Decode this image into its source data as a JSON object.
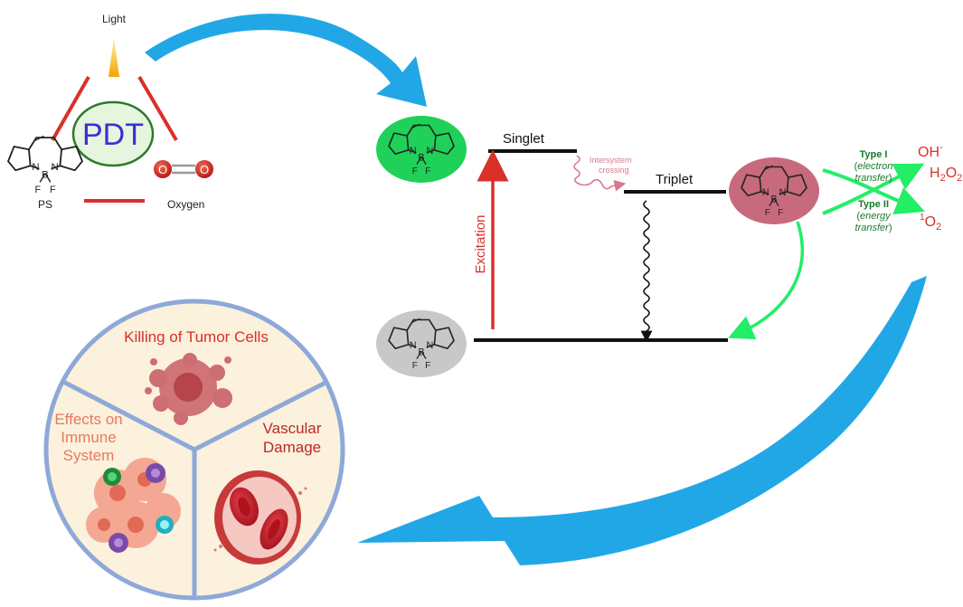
{
  "triangle": {
    "light_label": "Light",
    "center_label": "PDT",
    "ps_label": "PS",
    "oxygen_label": "Oxygen",
    "oxygen_atom": "O"
  },
  "molecule": {
    "n_atom": "N",
    "b_atom": "B",
    "f_atom": "F"
  },
  "jablonski": {
    "singlet_label": "Singlet",
    "triplet_label": "Triplet",
    "isc_label_1": "Intersystem",
    "isc_label_2": "crossing",
    "excitation_label": "Excitation"
  },
  "reactions": {
    "type1_title": "Type I",
    "type1_paren_open": "(",
    "type1_desc_1": "electron",
    "type1_desc_2": "transfer",
    "type1_paren_close": ")",
    "type2_title": "Type II",
    "type2_paren_open": "(",
    "type2_desc_1": "energy",
    "type2_desc_2": "transfer",
    "type2_paren_close": ")",
    "oh": "OH",
    "oh_sup": "-",
    "h2o2_h": "H",
    "h2o2_sub1": "2",
    "h2o2_o": "O",
    "h2o2_sub2": "2",
    "singlet_o2_sup": "1",
    "singlet_o2_o": "O",
    "singlet_o2_sub": "2"
  },
  "effects": {
    "killing_label": "Killing of Tumor Cells",
    "immune_line1": "Effects on",
    "immune_line2": "Immune",
    "immune_line3": "System",
    "vascular_line1": "Vascular",
    "vascular_line2": "Damage"
  },
  "colors": {
    "arrow_blue": "#22a7e6",
    "red": "#d9302a",
    "green_glow": "#22ee66",
    "triplet_pink": "#c86a7e",
    "singlet_green": "#1fd158",
    "ground_gray": "#c8c8c8",
    "pdt_text": "#3a2fd6",
    "type_green": "#1a7a2a",
    "effect_bg": "#fbf1dc",
    "circle_border": "#8ea9d8"
  }
}
